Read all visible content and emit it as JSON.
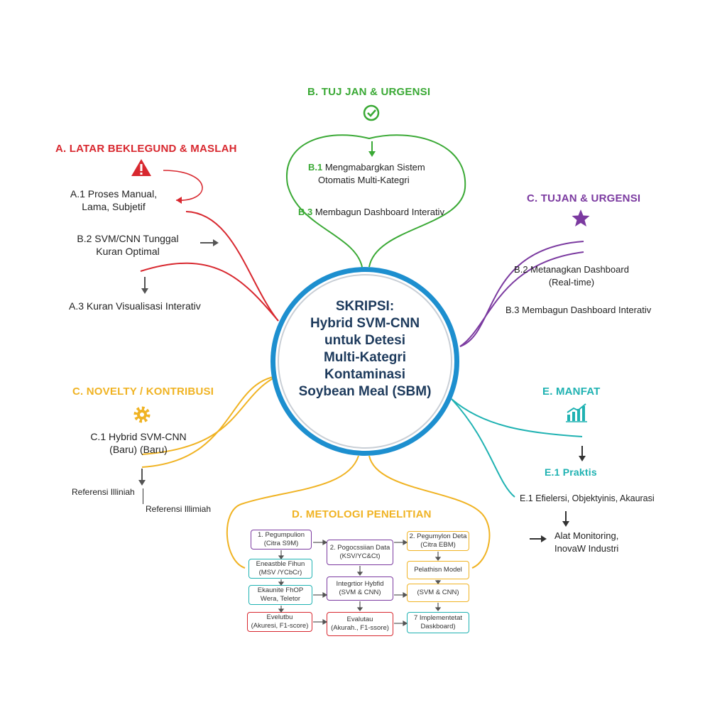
{
  "center": {
    "line1": "SKRIPSI:",
    "line2": "Hybrid SVM-CNN",
    "line3": "untuk Detesi",
    "line4": "Multi-Kategri",
    "line5": "Kontaminasi",
    "line6": "Soybean Meal (SBM)"
  },
  "section_a": {
    "title": "A. LATAR BEKLEGUND & MASLAH",
    "color": "#d8282f",
    "a1_line1": "A.1 Proses Manual,",
    "a1_line2": "Lama, Subjetif",
    "b2_line1": "B.2 SVM/CNN Tunggal",
    "b2_line2": "Kuran Optimal",
    "a3": "A.3 Kuran Visualisasi Interativ"
  },
  "section_b": {
    "title": "B. TUJ JAN & URGENSI",
    "color": "#3aa935",
    "b1_prefix": "B.1",
    "b1_line1": " Mengmabargkan Sistem",
    "b1_line2": "Otomatis Multi-Kategri",
    "b3_prefix": "B.3",
    "b3_text": " Membagun Dashboard Interativ"
  },
  "section_c_right": {
    "title": "C. TUJAN & URGENSI",
    "color": "#7b3aa0",
    "b2_line1": "B.2 Metanagkan Dashboard",
    "b2_line2": "(Real-time)",
    "b3": "B.3 Membagun Dashboard Interativ"
  },
  "section_c_left": {
    "title": "C. NOVELTY / KONTRIBUSI",
    "color": "#f0b323",
    "c1_line1": "C.1 Hybrid SVM-CNN",
    "c1_line2": "(Baru) (Baru)",
    "ref1": "Referensi Illiniah",
    "ref2": "Referensi Illimiah"
  },
  "section_e": {
    "title": "E. MANFAT",
    "color": "#1fb2b2",
    "e1_title": "E.1 Praktis",
    "e1_text": "E.1 Efielersi, Objektyinis, Akaurasi",
    "monitor_line1": "Alat Monitoring,",
    "monitor_line2": "InovaW Industri"
  },
  "section_d": {
    "title": "D. METOLOGI PENELITIAN",
    "color": "#f0b323",
    "boxes": [
      {
        "line1": "1. Pegumpulion",
        "line2": "(Citra S9M)"
      },
      {
        "line1": "2. Pogocssiian Data",
        "line2": "(KSV/YC&Ct)"
      },
      {
        "line1": "2. Pegumylon Deta",
        "line2": "(Citra EBM)"
      },
      {
        "line1": "Eneastble Fihun",
        "line2": "(MSV /YCbCr)"
      },
      {
        "line1": "Pelathisn Model",
        "line2": ""
      },
      {
        "line1": "Ekaunite FhOP",
        "line2": "Wera, Teletor"
      },
      {
        "line1": "Integrtior Hybfid",
        "line2": "(SVM & CNN)"
      },
      {
        "line1": "(SVM & CNN)",
        "line2": ""
      },
      {
        "line1": "Evelutbu",
        "line2": "(Akuresi, F1-score)"
      },
      {
        "line1": "Evalutau",
        "line2": "(Akurah., F1-ssore)"
      },
      {
        "line1": "7 Implementetat",
        "line2": "Daskboard)"
      }
    ]
  },
  "colors": {
    "blue": "#1d8fcf",
    "red": "#d8282f",
    "green": "#3aa935",
    "purple": "#7b3aa0",
    "yellow": "#f0b323",
    "teal": "#1fb2b2"
  }
}
